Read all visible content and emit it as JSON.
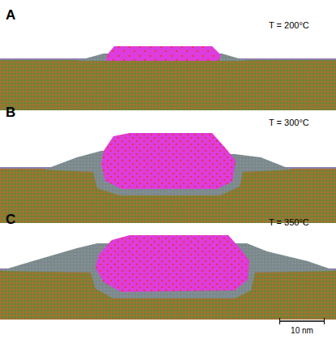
{
  "diagram": {
    "labels": [
      "A",
      "T = 200°C",
      "B",
      "T = 300°C",
      "C",
      "T = 350°C",
      "10 nm"
    ]
  }
}
